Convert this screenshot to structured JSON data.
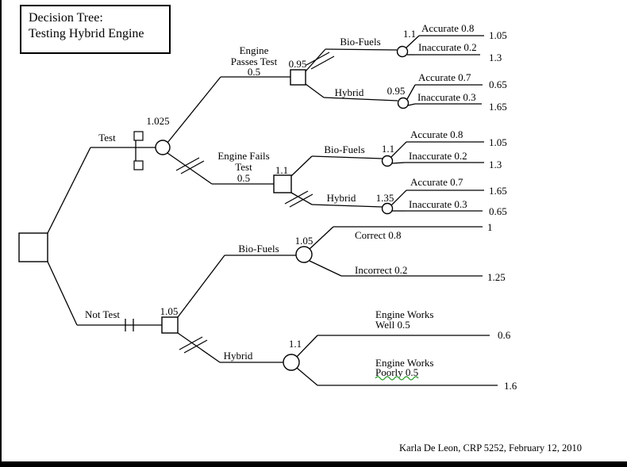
{
  "title": {
    "line1": "Decision Tree:",
    "line2": "Testing Hybrid Engine"
  },
  "footer": {
    "credit": "Karla De Leon, CRP 5252, February 12, 2010"
  },
  "tree": {
    "test": {
      "label": "Test",
      "ev": "1.025",
      "passes": {
        "label_lines": [
          "Engine",
          "Passes Test",
          "0.5"
        ],
        "ev": "0.95",
        "biofuels": {
          "label": "Bio-Fuels",
          "ev": "1.1",
          "outcomes": [
            {
              "label": "Accurate 0.8",
              "payoff": "1.05"
            },
            {
              "label": "Inaccurate 0.2",
              "payoff": "1.3"
            }
          ]
        },
        "hybrid": {
          "label": "Hybrid",
          "ev": "0.95",
          "outcomes": [
            {
              "label": "Accurate 0.7",
              "payoff": "0.65"
            },
            {
              "label": "Inaccurate 0.3",
              "payoff": "1.65"
            }
          ]
        }
      },
      "fails": {
        "label_lines": [
          "Engine Fails",
          "Test",
          "0.5"
        ],
        "ev": "1.1",
        "biofuels": {
          "label": "Bio-Fuels",
          "ev": "1.1",
          "outcomes": [
            {
              "label": "Accurate 0.8",
              "payoff": "1.05"
            },
            {
              "label": "Inaccurate 0.2",
              "payoff": "1.3"
            }
          ]
        },
        "hybrid": {
          "label": "Hybrid",
          "ev": "1.35",
          "outcomes": [
            {
              "label": "Accurate 0.7",
              "payoff": "1.65"
            },
            {
              "label": "Inaccurate 0.3",
              "payoff": "0.65"
            }
          ]
        }
      }
    },
    "not_test": {
      "label": "Not Test",
      "ev": "1.05",
      "biofuels": {
        "label": "Bio-Fuels",
        "ev": "1.05",
        "outcomes": [
          {
            "label": "Correct 0.8",
            "payoff": "1"
          },
          {
            "label": "Incorrect 0.2",
            "payoff": "1.25"
          }
        ]
      },
      "hybrid": {
        "label": "Hybrid",
        "ev": "1.1",
        "outcomes": [
          {
            "label_lines": [
              "Engine Works",
              "Well 0.5"
            ],
            "payoff": "0.6"
          },
          {
            "label_lines": [
              "Engine Works",
              "Poorly 0.5"
            ],
            "payoff": "1.6"
          }
        ]
      }
    }
  }
}
